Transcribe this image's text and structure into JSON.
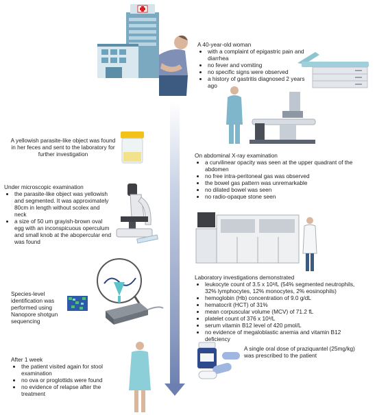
{
  "intro": {
    "title": "A 40-year-old woman",
    "items": [
      "with a complaint of epigastric pain and diarrhea",
      "no fever and vomiting",
      "no specific signs were observed",
      "a  history of gastritis diagnosed 2 years ago"
    ]
  },
  "feces": {
    "text": "A yellowish parasite-like object was found in her feces and sent to the laboratory for further investigation"
  },
  "xray": {
    "title": "On abdominal X-ray examination",
    "items": [
      "a curvilinear opacity was seen at the upper quadrant of the abdomen",
      "no free intra-peritoneal gas was observed",
      "the bowel gas pattern was unremarkable",
      "no dilated bowel was seen",
      "no radio-opaque stone seen"
    ]
  },
  "microscopy": {
    "title": "Under microscopic examination",
    "items": [
      "the parasite-like object was yellowish and segmented. It was approximately 80cm in length without scolex and neck",
      "a size of 50 um grayish-brown oval egg with an inconspicuous operculum and small knob at the abopercular end was found"
    ]
  },
  "lab": {
    "title": "Laboratory investigations demonstrated",
    "items": [
      "leukocyte count of 3.5 x 10³/L (54% segmented neutrophils, 32% lymphocytes, 12% monocytes, 2% eosinophils)",
      "hemoglobin (Hb) concentration of 9.0 g/dL",
      "hematocrit (HCT) of 31%",
      "mean corpuscular volume (MCV) of 71.2 fL",
      "platelet count of 376 x 10³/L",
      "serum vitamin B12 level of 420 pmol/L",
      "no evidence of megaloblastic anemia and vitamin B12 deficiency"
    ]
  },
  "species": {
    "text": "Species-level identification was performed using Nanopore  shotgun sequencing"
  },
  "treatment": {
    "text": "A single oral dose of praziquantel (25mg/kg) was prescribed to the patient"
  },
  "followup": {
    "title": "After 1 week",
    "items": [
      "the patient visited again for stool examination",
      "no ova or proglottids were found",
      "no evidence of relapse after the treatment"
    ]
  },
  "colors": {
    "timeline_top": "#c9d3e6",
    "timeline_bottom": "#6c7fb0",
    "gown": "#8ccfd8",
    "pill_blue": "#9fb6e0",
    "jar_yellow": "#f3e28c"
  },
  "icons": [
    "hospital-icon",
    "patient-pain-icon",
    "exam-bed-icon",
    "xray-machine-icon",
    "stool-jar-icon",
    "microscope-icon",
    "lab-analyzer-icon",
    "magnifier-icon",
    "sequencer-icon",
    "medication-icon",
    "patient-gown-icon"
  ]
}
